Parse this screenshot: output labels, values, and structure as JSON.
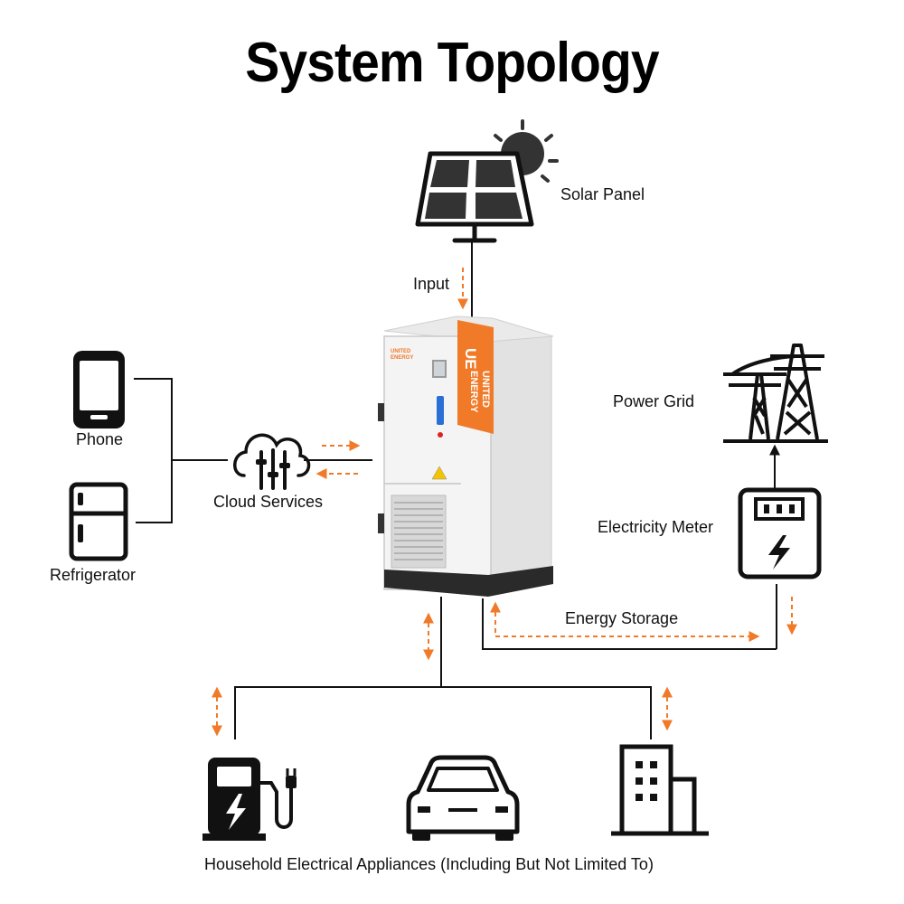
{
  "title": "System Topology",
  "labels": {
    "solar_panel": "Solar Panel",
    "input": "Input",
    "phone": "Phone",
    "refrigerator": "Refrigerator",
    "cloud_services": "Cloud Services",
    "power_grid": "Power Grid",
    "electricity_meter": "Electricity Meter",
    "energy_storage": "Energy Storage",
    "household": "Household Electrical Appliances (Including But Not Limited To)"
  },
  "cabinet": {
    "logo_mark": "UE",
    "brand_line1": "UNITED",
    "brand_line2": "ENERGY"
  },
  "colors": {
    "accent": "#f07a28",
    "line": "#111111",
    "cabinet_body": "#f4f4f4"
  },
  "icons": [
    "sun-icon",
    "solar-panel-icon",
    "phone-icon",
    "refrigerator-icon",
    "cloud-icon",
    "power-tower-icon",
    "electricity-meter-icon",
    "ev-charger-icon",
    "car-icon",
    "building-icon"
  ]
}
